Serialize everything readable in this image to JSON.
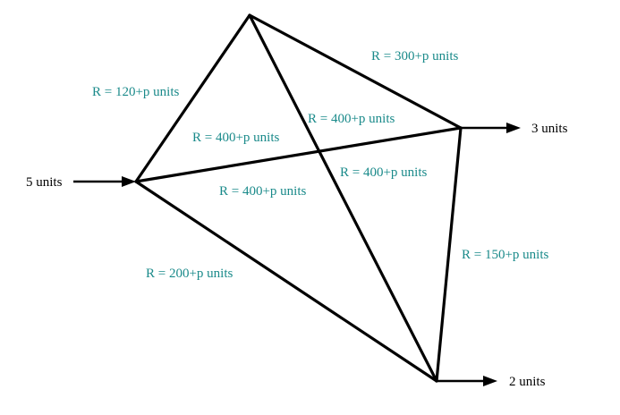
{
  "diagram": {
    "inflows": {
      "left": "5 units"
    },
    "outflows": {
      "right": "3 units",
      "bottom": "2 units"
    },
    "edges": {
      "top_left": "R = 120+p units",
      "top_right": "R = 300+p units",
      "left_right": "R = 400+p units",
      "top_bottom": "R = 400+p units",
      "cross_upper": "R = 400+p units",
      "cross_lower": "R = 400+p units",
      "right_bottom": "R = 150+p units",
      "left_bottom": "R = 200+p units"
    }
  },
  "colors": {
    "edge_label": "#1a8a8a",
    "edge": "#000000"
  }
}
